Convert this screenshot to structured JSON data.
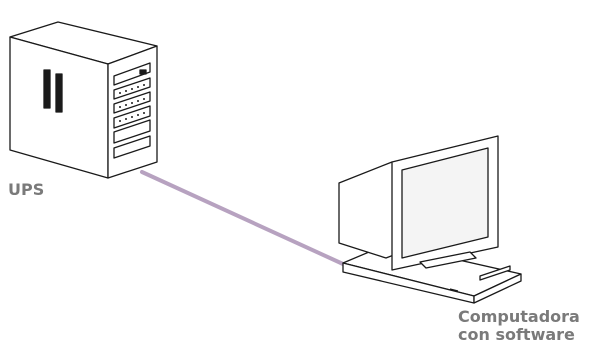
{
  "labels": {
    "ups": "UPS",
    "computer_line1": "Computadora",
    "computer_line2": "con software"
  },
  "colors": {
    "cable": "#b7a2c0",
    "label_text": "#7a7a7a",
    "outline": "#1a1a1a"
  },
  "icons": {
    "ups_device": "ups-tower-icon",
    "computer_device": "desktop-computer-icon"
  }
}
